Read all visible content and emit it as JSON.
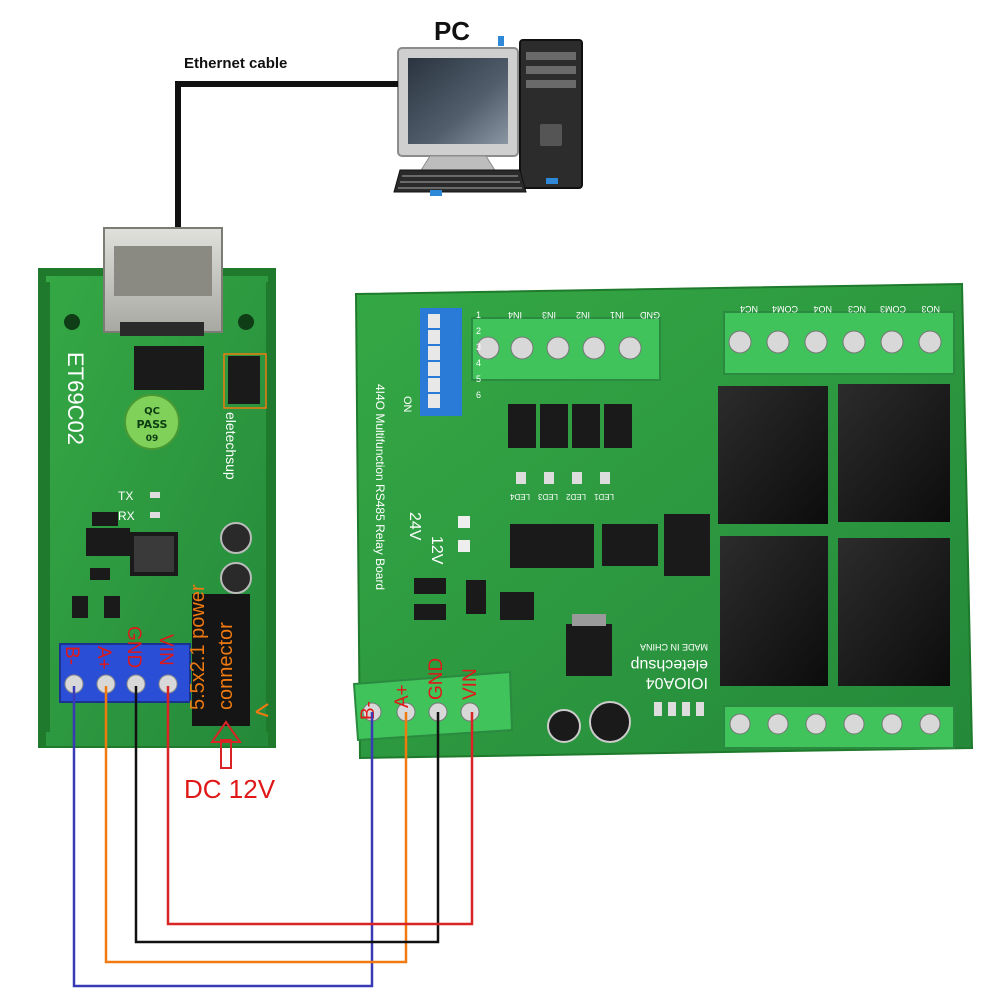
{
  "pc_label": "PC",
  "cable_label": "Ethernet cable",
  "left_module": {
    "model": "ET69C02",
    "brand": "eletechsup",
    "qc_line1": "QC",
    "qc_line2": "PASS",
    "qc_line3": "09",
    "tx": "TX",
    "rx": "RX",
    "terminals": [
      "B-",
      "A+",
      "GND",
      "VIN"
    ],
    "power_note_line1": "5.5x2.1 power",
    "power_note_line2": "connector",
    "dc_label": "DC 12V"
  },
  "right_board": {
    "title": "4I4O Multifunction RS485 Relay Board",
    "model": "IOIOA04",
    "brand": "eletechsup",
    "made_in": "MADE IN CHINA",
    "v24": "24V",
    "v12": "12V",
    "top_inputs": [
      "IN4",
      "IN3",
      "IN2",
      "IN1",
      "GND"
    ],
    "top_outputs": [
      "NC4",
      "COM4",
      "NO4",
      "NC3",
      "COM3",
      "NO3"
    ],
    "dip_on": "ON",
    "dip_numbers": [
      "1",
      "2",
      "3",
      "4",
      "5",
      "6"
    ],
    "leds": [
      "LED4",
      "LED3",
      "LED2",
      "LED1"
    ],
    "terminals": [
      "B-",
      "A+",
      "GND",
      "VIN"
    ]
  },
  "colors": {
    "pcb": "#2f9a3a",
    "terminal_green": "#3fc35a",
    "terminal_blue": "#2a4fd6",
    "wire_blue": "#3a3ab8",
    "wire_orange": "#f07a10",
    "wire_black": "#111111",
    "wire_red": "#d82424"
  }
}
